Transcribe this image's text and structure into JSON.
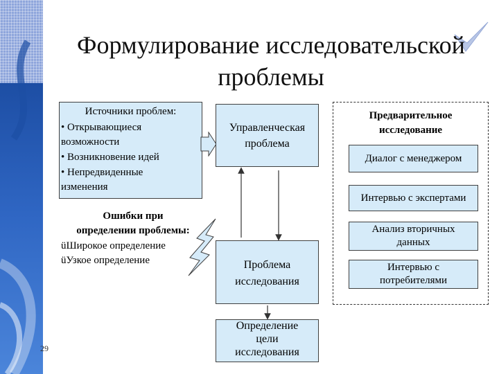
{
  "title": {
    "line1": "Формулирование исследовательской",
    "line2": "проблемы"
  },
  "sources": {
    "heading": "Источники проблем:",
    "items": [
      "• Открывающиеся",
      "возможности",
      "• Возникновение идей",
      "• Непредвиденные",
      "изменения"
    ]
  },
  "errors": {
    "heading1": "Ошибки при",
    "heading2": "определении проблемы:",
    "items": [
      "üШирокое определение",
      "üУзкое определение"
    ]
  },
  "management_problem": [
    "Управленческая",
    "проблема"
  ],
  "research_problem": [
    "Проблема",
    "исследования"
  ],
  "goal": [
    "Определение",
    "цели",
    "исследования"
  ],
  "preliminary": {
    "heading": [
      "Предварительное",
      "исследование"
    ],
    "items": [
      [
        "Диалог с менеджером"
      ],
      [
        "Интервью с экспертами"
      ],
      [
        "Анализ вторичных",
        "данных"
      ],
      [
        "Интервью с",
        "потребителями"
      ]
    ]
  },
  "slide_number": "29",
  "colors": {
    "box_fill": "#d6ebf9",
    "stripe_blue": "#2f66c3",
    "arrow_fill": "#d6ebf9",
    "lightning_fill": "#d6ebf9"
  },
  "icons": [
    "check-mark-icon",
    "lightning-icon",
    "block-arrow-icon"
  ]
}
